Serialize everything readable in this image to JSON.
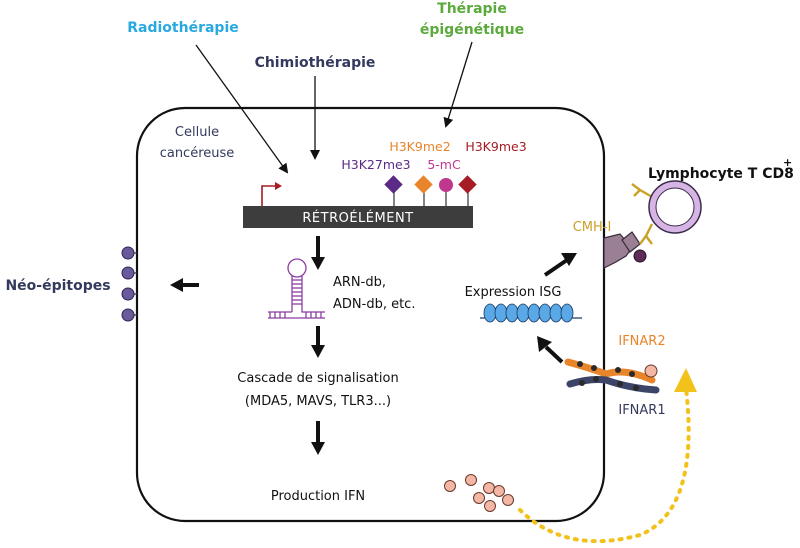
{
  "labels": {
    "radiotherapie": "Radiothérapie",
    "chimiotherapie": "Chimiothérapie",
    "therapie_epi_1": "Thérapie",
    "therapie_epi_2": "épigénétique",
    "cellule_1": "Cellule",
    "cellule_2": "cancéreuse",
    "h3k27me3": "H3K27me3",
    "h3k9me2": "H3K9me2",
    "h3k9me3": "H3K9me3",
    "five_mc": "5-mC",
    "retroelement": "RÉTROÉLÉMENT",
    "arn_db": "ARN-db,",
    "adn_db": "ADN-db, etc.",
    "cascade_1": "Cascade de signalisation",
    "cascade_2": "(MDA5, MAVS, TLR3...)",
    "production_ifn": "Production IFN",
    "neo_epitopes": "Néo-épitopes",
    "expression_isg": "Expression ISG",
    "cmh": "CMH-I",
    "lymphocyte": "Lymphocyte T CD8",
    "lymphocyte_sup": "+",
    "ifnar2": "IFNAR2",
    "ifnar1": "IFNAR1"
  },
  "colors": {
    "radiotherapy": "#29a9e0",
    "epigenetic": "#5aaa3c",
    "navy": "#343a5e",
    "h3k27me3": "#5b2a86",
    "h3k9me2": "#e8852a",
    "h3k9me3": "#a51c24",
    "five_mc": "#c0388e",
    "mhc": "#c9a227",
    "ifnar2": "#e8852a",
    "ifn_dots": "#f4b7a6",
    "arrow_dotted": "#f2c21b",
    "isg_beads": "#5aa9e6",
    "lymphocyte_fill": "#d6b4e4"
  }
}
